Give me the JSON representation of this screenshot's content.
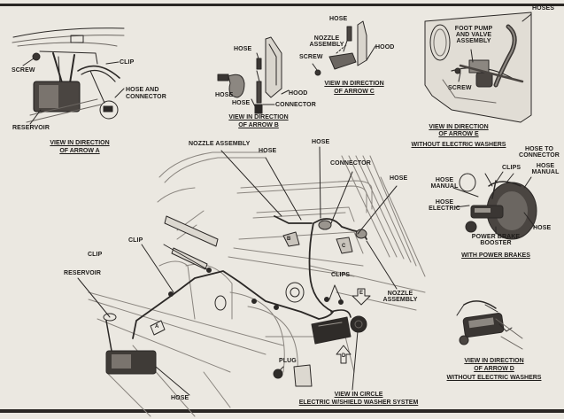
{
  "figure": {
    "title": "Windshield Washer System",
    "colors": {
      "paper": "#ebe8e1",
      "ink": "#1e1c1a"
    }
  },
  "view_a": {
    "labels": {
      "screw": "SCREW",
      "clip": "CLIP",
      "hose_and_connector_1": "HOSE AND",
      "hose_and_connector_2": "CONNECTOR",
      "reservoir": "RESERVOIR"
    },
    "caption_1": "VIEW IN DIRECTION",
    "caption_2": "OF ARROW A"
  },
  "view_b": {
    "labels": {
      "hose_top": "HOSE",
      "hose_left": "HOSE",
      "hose_bottom": "HOSE",
      "hood": "HOOD",
      "connector": "CONNECTOR"
    },
    "caption_1": "VIEW IN DIRECTION",
    "caption_2": "OF ARROW B"
  },
  "view_c": {
    "labels": {
      "hose": "HOSE",
      "nozzle_1": "NOZZLE",
      "nozzle_2": "ASSEMBLY",
      "screw": "SCREW",
      "hood": "HOOD"
    },
    "caption_1": "VIEW IN DIRECTION",
    "caption_2": "OF ARROW C"
  },
  "view_e": {
    "labels": {
      "hoses": "HOSES",
      "pump_1": "FOOT PUMP",
      "pump_2": "AND VALVE",
      "pump_3": "ASSEMBLY",
      "screw": "SCREW"
    },
    "caption_1": "VIEW IN DIRECTION",
    "caption_2": "OF ARROW E",
    "caption_3": "WITHOUT ELECTRIC WASHERS"
  },
  "power_brakes": {
    "labels": {
      "hose_to_connector_1": "HOSE TO",
      "hose_to_connector_2": "CONNECTOR",
      "clips": "CLIPS",
      "hose_manual_right_1": "HOSE",
      "hose_manual_right_2": "MANUAL",
      "hose_manual_left_1": "HOSE",
      "hose_manual_left_2": "MANUAL",
      "hose_electric_1": "HOSE",
      "hose_electric_2": "ELECTRIC",
      "hose": "HOSE",
      "booster_1": "POWER BRAKE",
      "booster_2": "BOOSTER"
    },
    "caption": "WITH POWER BRAKES"
  },
  "view_d": {
    "caption_1": "VIEW IN DIRECTION",
    "caption_2": "OF ARROW D",
    "caption_3": "WITHOUT ELECTRIC WASHERS"
  },
  "main_view": {
    "labels": {
      "nozzle_assembly_top": "NOZZLE ASSEMBLY",
      "hose_1": "HOSE",
      "hose_2": "HOSE",
      "connector": "CONNECTOR",
      "hose_3": "HOSE",
      "clip_1": "CLIP",
      "clip_2": "CLIP",
      "reservoir": "RESERVOIR",
      "clips": "CLIPS",
      "nozzle_assembly_right_1": "NOZZLE",
      "nozzle_assembly_right_2": "ASSEMBLY",
      "plug": "PLUG",
      "hose_bottom": "HOSE"
    },
    "arrow_markers": [
      "A",
      "B",
      "C",
      "D",
      "E"
    ],
    "caption_1": "VIEW IN CIRCLE",
    "caption_2": "ELECTRIC W/SHIELD WASHER SYSTEM"
  }
}
